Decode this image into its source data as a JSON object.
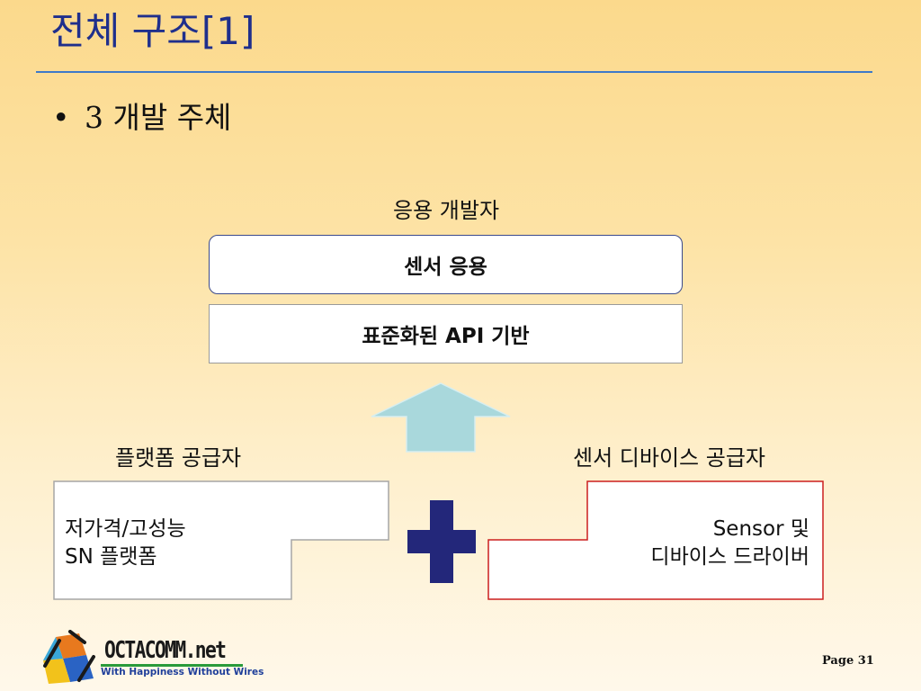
{
  "slide": {
    "title": "전체 구조[1]",
    "bullet_marker": "•",
    "bullet_text": "3 개발 주체"
  },
  "diagram": {
    "top_label": "응용 개발자",
    "app_box": "센서 응용",
    "api_box": "표준화된 API 기반",
    "platform_label": "플랫폼 공급자",
    "platform_box_line1": "저가격/고성능",
    "platform_box_line2": "SN 플랫폼",
    "sensor_label": "센서 디바이스 공급자",
    "sensor_box_line1": "Sensor 및",
    "sensor_box_line2": "디바이스 드라이버"
  },
  "footer": {
    "logo_name": "OCTACOMM.net",
    "logo_tagline": "With Happiness Without Wires",
    "page": "Page 31"
  },
  "colors": {
    "title": "#1f2f8c",
    "rule": "#3d79c9",
    "arrow": "#a9d8dc",
    "plus": "#23277a",
    "sensor_border": "#cc1f1f"
  }
}
